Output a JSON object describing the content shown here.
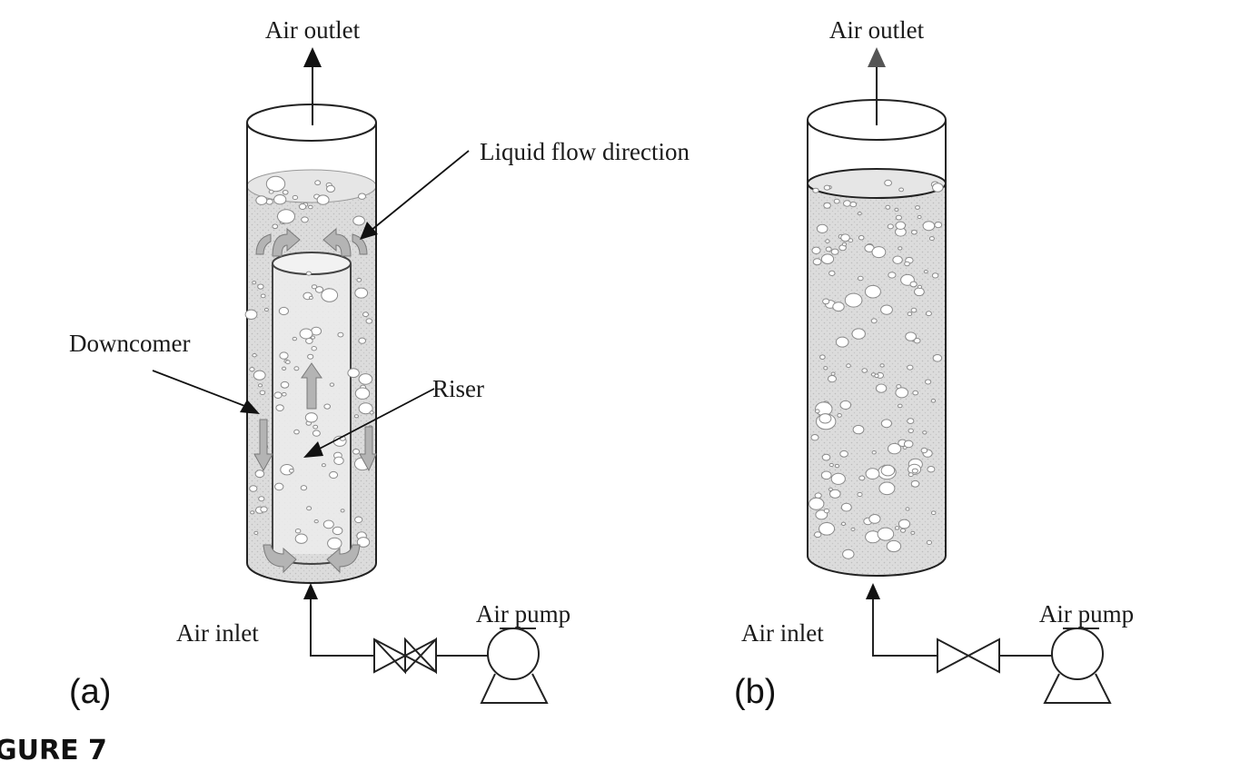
{
  "panel_a": {
    "letter": "(a)",
    "air_outlet": "Air outlet",
    "liquid_flow": "Liquid flow direction",
    "downcomer": "Downcomer",
    "riser": "Riser",
    "air_inlet": "Air inlet",
    "air_pump": "Air pump"
  },
  "panel_b": {
    "letter": "(b)",
    "air_outlet": "Air outlet",
    "air_inlet": "Air inlet",
    "air_pump": "Air pump"
  },
  "figure": {
    "caption": "GURE 7"
  },
  "colors": {
    "liquid": "#d9d9d9",
    "line": "#1f1f1f",
    "arrow": "#a8a8a8"
  }
}
